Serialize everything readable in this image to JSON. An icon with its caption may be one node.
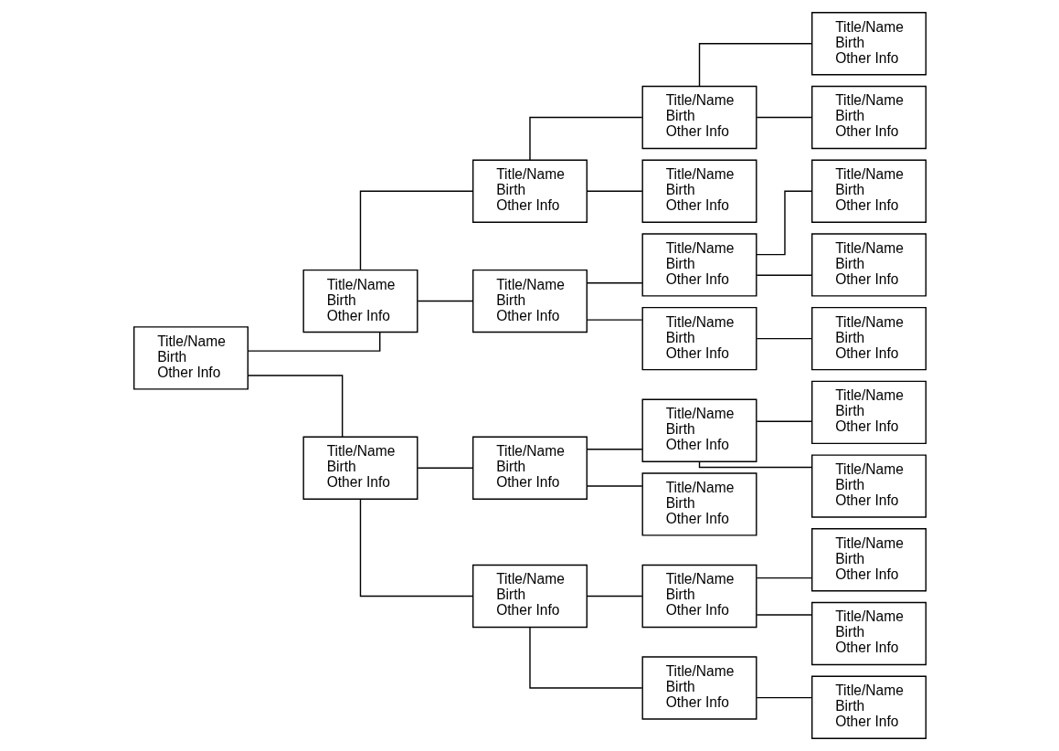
{
  "diagram": {
    "nodes": [
      {
        "text": [
          "Title/Name",
          "Birth",
          "Other Info"
        ]
      },
      {
        "text": [
          "Title/Name",
          "Birth",
          "Other Info"
        ]
      },
      {
        "text": [
          "Title/Name",
          "Birth",
          "Other Info"
        ]
      },
      {
        "text": [
          "Title/Name",
          "Birth",
          "Other Info"
        ]
      },
      {
        "text": [
          "Title/Name",
          "Birth",
          "Other Info"
        ]
      },
      {
        "text": [
          "Title/Name",
          "Birth",
          "Other Info"
        ]
      },
      {
        "text": [
          "Title/Name",
          "Birth",
          "Other Info"
        ]
      },
      {
        "text": [
          "Title/Name",
          "Birth",
          "Other Info"
        ]
      },
      {
        "text": [
          "Title/Name",
          "Birth",
          "Other Info"
        ]
      },
      {
        "text": [
          "Title/Name",
          "Birth",
          "Other Info"
        ]
      },
      {
        "text": [
          "Title/Name",
          "Birth",
          "Other Info"
        ]
      },
      {
        "text": [
          "Title/Name",
          "Birth",
          "Other Info"
        ]
      },
      {
        "text": [
          "Title/Name",
          "Birth",
          "Other Info"
        ]
      },
      {
        "text": [
          "Title/Name",
          "Birth",
          "Other Info"
        ]
      },
      {
        "text": [
          "Title/Name",
          "Birth",
          "Other Info"
        ]
      },
      {
        "text": [
          "Title/Name",
          "Birth",
          "Other Info"
        ]
      },
      {
        "text": [
          "Title/Name",
          "Birth",
          "Other Info"
        ]
      },
      {
        "text": [
          "Title/Name",
          "Birth",
          "Other Info"
        ]
      },
      {
        "text": [
          "Title/Name",
          "Birth",
          "Other Info"
        ]
      },
      {
        "text": [
          "Title/Name",
          "Birth",
          "Other Info"
        ]
      },
      {
        "text": [
          "Title/Name",
          "Birth",
          "Other Info"
        ]
      },
      {
        "text": [
          "Title/Name",
          "Birth",
          "Other Info"
        ]
      },
      {
        "text": [
          "Title/Name",
          "Birth",
          "Other Info"
        ]
      },
      {
        "text": [
          "Title/Name",
          "Birth",
          "Other Info"
        ]
      },
      {
        "text": [
          "Title/Name",
          "Birth",
          "Other Info"
        ]
      }
    ],
    "edges": [
      {
        "from": 0,
        "to": 1,
        "arrow": "none"
      },
      {
        "from": 0,
        "to": 2,
        "arrow": "none"
      },
      {
        "from": 1,
        "to": 3,
        "arrow": "none"
      },
      {
        "from": 1,
        "to": 4,
        "arrow": "none"
      },
      {
        "from": 2,
        "to": 5,
        "arrow": "none"
      },
      {
        "from": 2,
        "to": 6,
        "arrow": "none"
      },
      {
        "from": 3,
        "to": 7,
        "arrow": "none"
      },
      {
        "from": 3,
        "to": 8,
        "arrow": "none"
      },
      {
        "from": 4,
        "to": 9,
        "arrow": "none"
      },
      {
        "from": 4,
        "to": 10,
        "arrow": "none"
      },
      {
        "from": 5,
        "to": 11,
        "arrow": "none"
      },
      {
        "from": 5,
        "to": 12,
        "arrow": "none"
      },
      {
        "from": 6,
        "to": 13,
        "arrow": "none"
      },
      {
        "from": 6,
        "to": 14,
        "arrow": "none"
      },
      {
        "from": 7,
        "to": 15,
        "arrow": "none"
      },
      {
        "from": 7,
        "to": 16,
        "arrow": "none"
      },
      {
        "from": 9,
        "to": 17,
        "arrow": "none"
      },
      {
        "from": 9,
        "to": 18,
        "arrow": "none"
      },
      {
        "from": 10,
        "to": 19,
        "arrow": "none"
      },
      {
        "from": 11,
        "to": 20,
        "arrow": "none"
      },
      {
        "from": 11,
        "to": 21,
        "arrow": "none"
      },
      {
        "from": 13,
        "to": 22,
        "arrow": "none"
      },
      {
        "from": 13,
        "to": 23,
        "arrow": "none"
      },
      {
        "from": 14,
        "to": 24,
        "arrow": "none"
      }
    ]
  }
}
